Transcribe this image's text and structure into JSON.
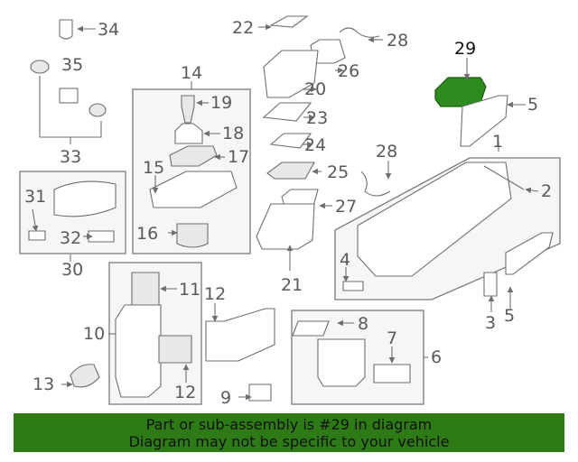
{
  "diagram": {
    "labels": {
      "p1": "1",
      "p2": "2",
      "p3": "3",
      "p4": "4",
      "p5a": "5",
      "p5b": "5",
      "p6": "6",
      "p7": "7",
      "p8": "8",
      "p9": "9",
      "p10": "10",
      "p11": "11",
      "p12a": "12",
      "p12b": "12",
      "p13": "13",
      "p14": "14",
      "p15": "15",
      "p16": "16",
      "p17": "17",
      "p18": "18",
      "p19": "19",
      "p20": "20",
      "p21": "21",
      "p22": "22",
      "p23": "23",
      "p24": "24",
      "p25": "25",
      "p26": "26",
      "p27": "27",
      "p28a": "28",
      "p28b": "28",
      "p29": "29",
      "p30": "30",
      "p31": "31",
      "p32": "32",
      "p33": "33",
      "p34": "34",
      "p35": "35"
    },
    "highlight_part": "29",
    "highlight_color": "#2e8b1e"
  },
  "banner": {
    "line1": "Part or sub-assembly is #29 in diagram",
    "line2": "Diagram may not be specific to your vehicle",
    "background": "#2d7a17"
  }
}
